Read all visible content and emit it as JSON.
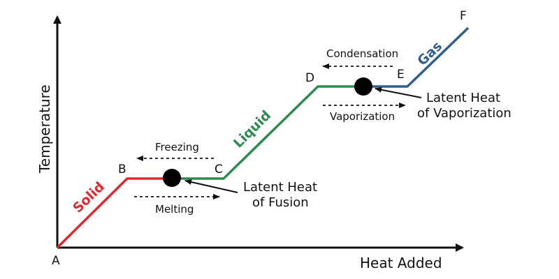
{
  "axes": {
    "x_label": "Heat Added",
    "y_label": "Temperature"
  },
  "points": {
    "a": "A",
    "b": "B",
    "c": "C",
    "d": "D",
    "e": "E",
    "f": "F"
  },
  "phases": {
    "solid": "Solid",
    "liquid": "Liquid",
    "gas": "Gas"
  },
  "transitions": {
    "freezing": "Freezing",
    "melting": "Melting",
    "condensation": "Condensation",
    "vaporization": "Vaporization"
  },
  "latent": {
    "fusion_line1": "Latent Heat",
    "fusion_line2": "of Fusion",
    "vaporization_line1": "Latent Heat",
    "vaporization_line2": "of Vaporization"
  },
  "colors": {
    "solid": "#e0282e",
    "liquid": "#2e8b4e",
    "gas": "#2f5f8f",
    "axis": "#111111"
  }
}
